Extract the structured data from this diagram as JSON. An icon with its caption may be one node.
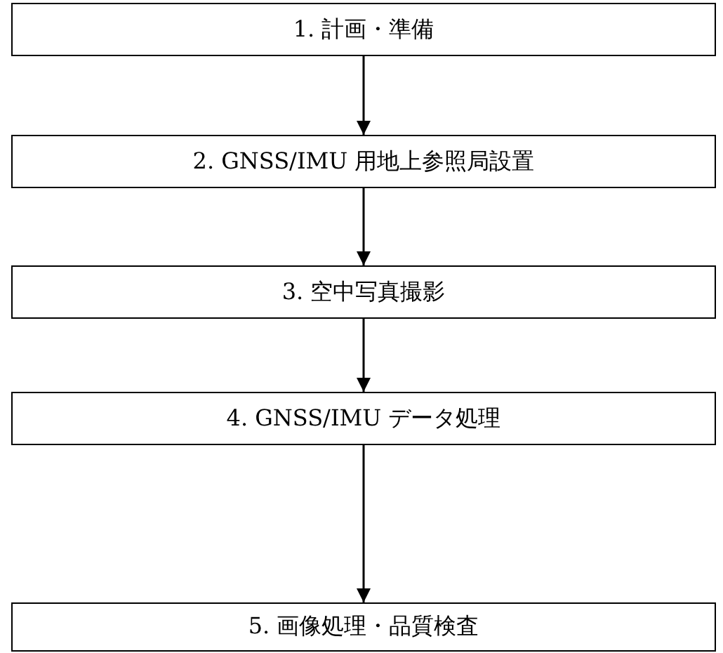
{
  "diagram": {
    "nodes": [
      {
        "text": [
          "1. 計画・準備"
        ]
      },
      {
        "text": [
          "2. GNSS/IMU 用地上参照局設置"
        ]
      },
      {
        "text": [
          "3. 空中写真撮影"
        ]
      },
      {
        "text": [
          "4. GNSS/IMU データ処理"
        ]
      },
      {
        "text": [
          "5. 画像処理・品質検査"
        ]
      }
    ],
    "edges": [
      {
        "from": 0,
        "to": 1,
        "arrow": "to"
      },
      {
        "from": 1,
        "to": 2,
        "arrow": "to"
      },
      {
        "from": 2,
        "to": 3,
        "arrow": "to"
      },
      {
        "from": 3,
        "to": 4,
        "arrow": "to"
      }
    ]
  }
}
